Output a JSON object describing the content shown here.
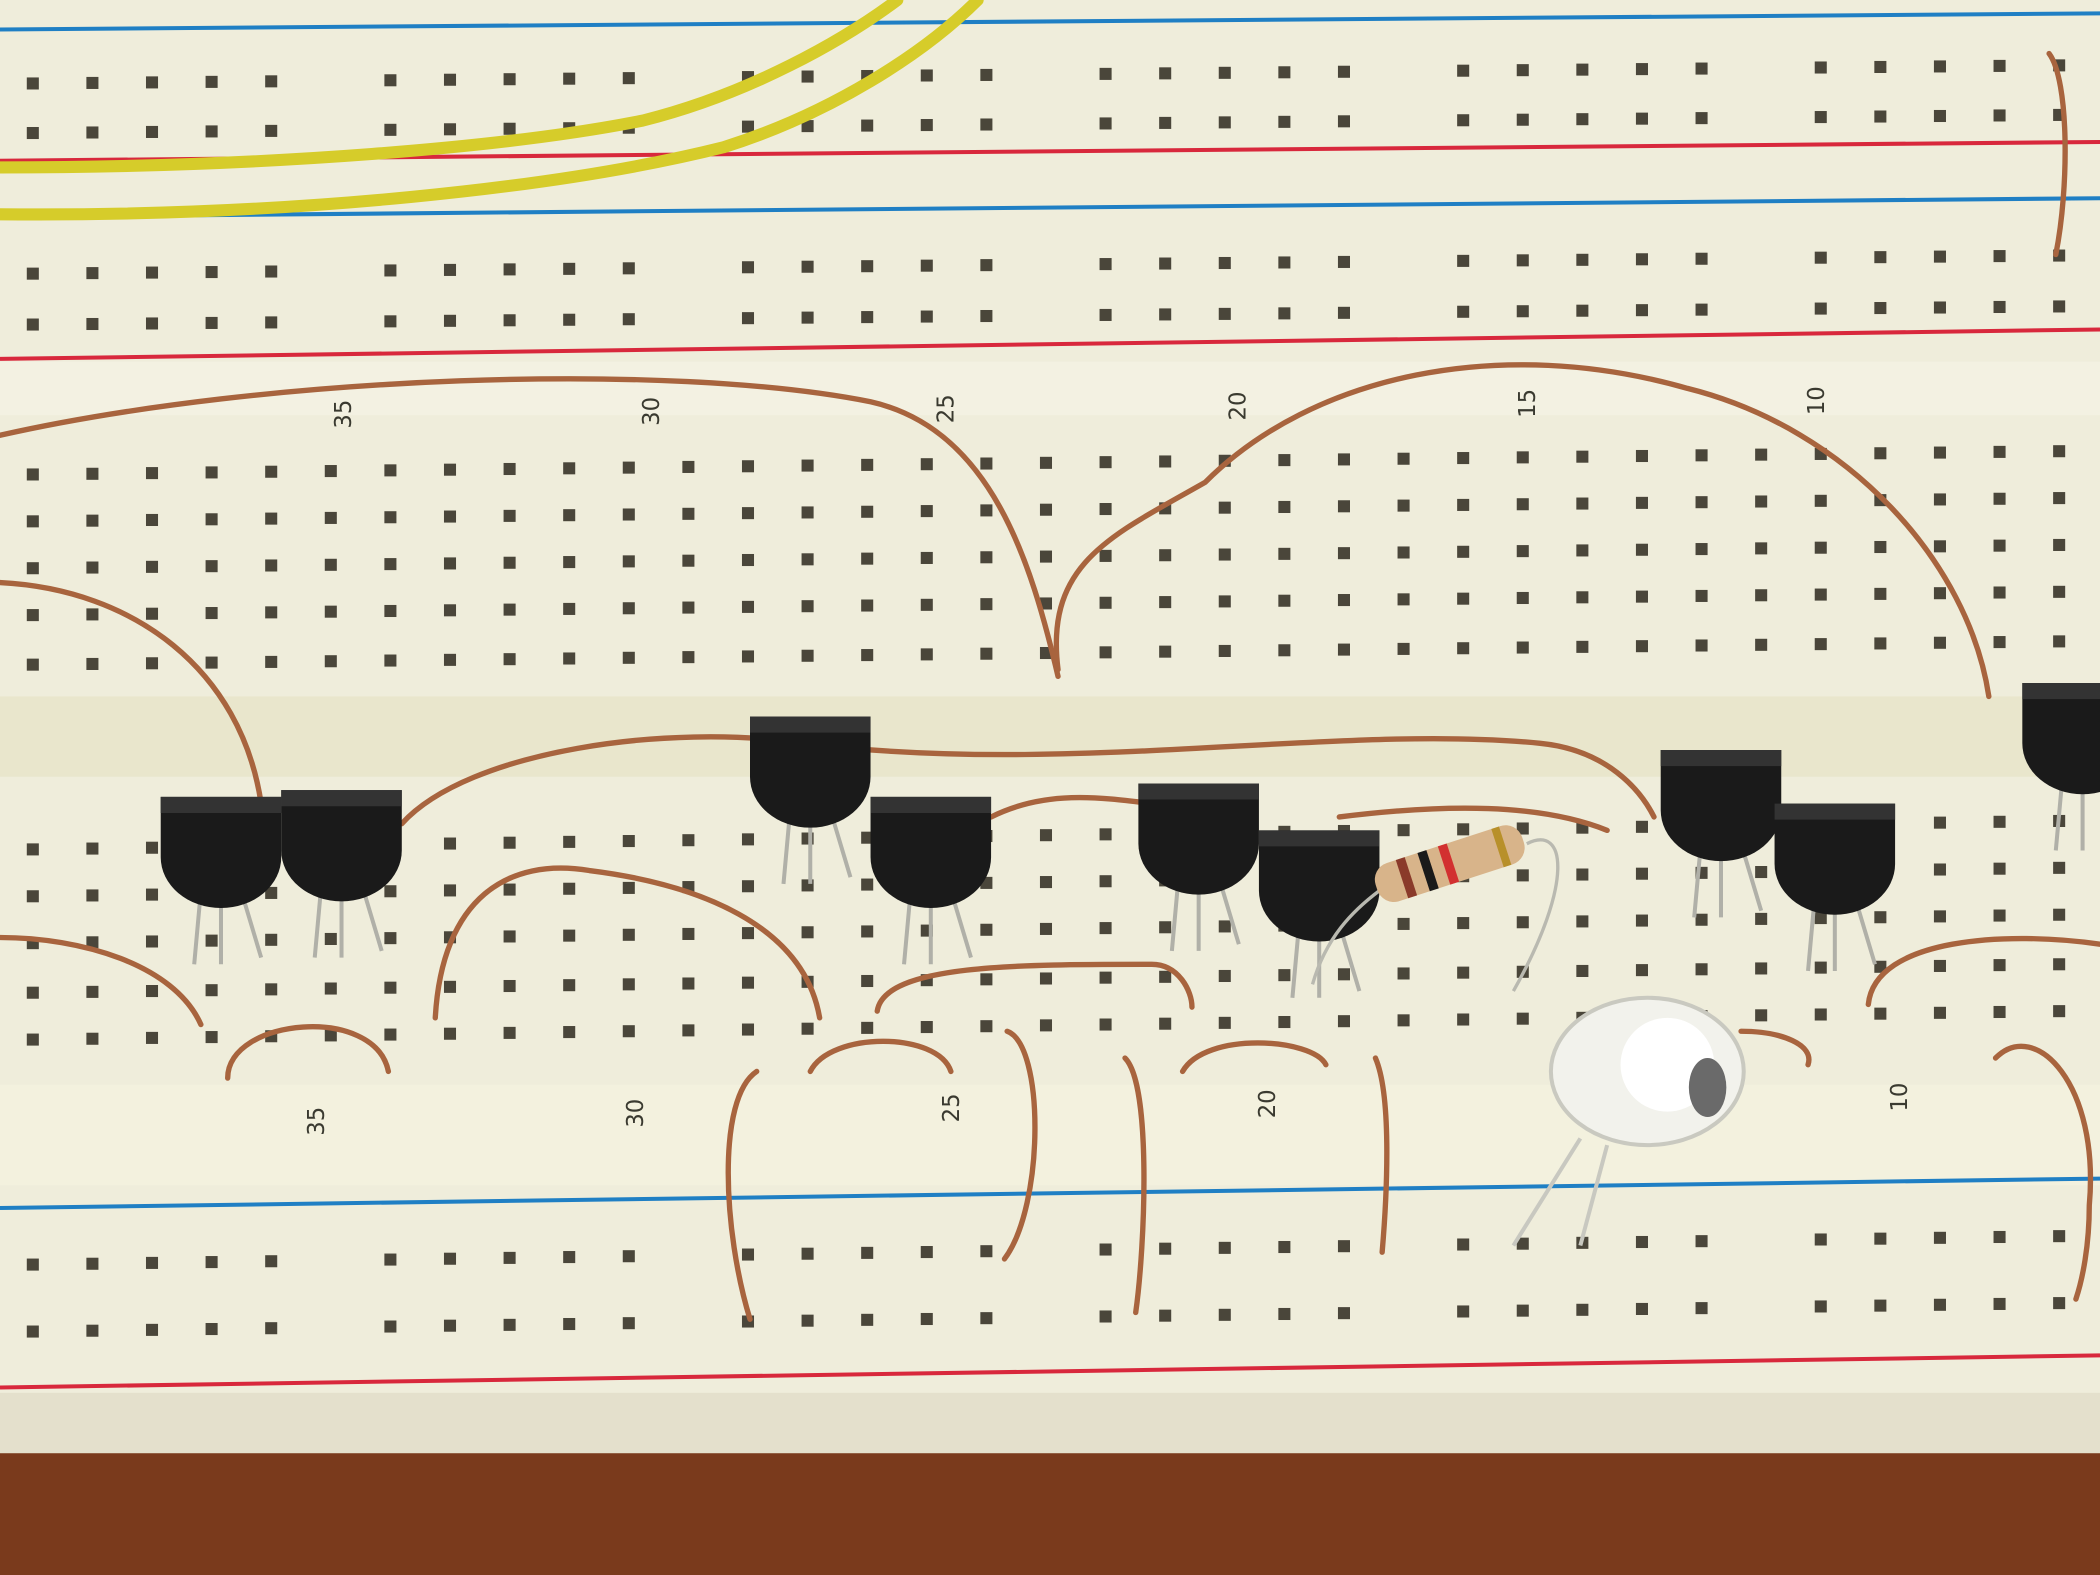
{
  "scene": "breadboard",
  "breadboard": {
    "column_labels_top": [
      "35",
      "30",
      "25",
      "20",
      "15",
      "10"
    ],
    "column_labels_bottom": [
      "35",
      "30",
      "25",
      "20",
      "10"
    ]
  },
  "colors": {
    "board": "#efeddb",
    "rail_red": "#d8283c",
    "rail_blue": "#1f7fc4",
    "copper_wire": "#a8643e",
    "yellow_wire": "#d6cc2a",
    "wood": "#7a3a1c",
    "transistor": "#1a1a1a"
  }
}
